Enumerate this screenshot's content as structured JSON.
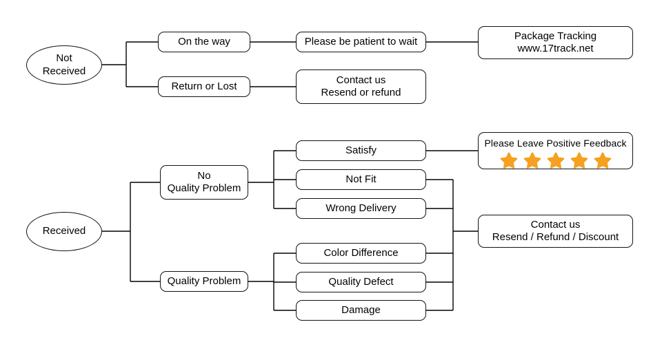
{
  "diagram": {
    "title": "Order Status Flowchart",
    "colors": {
      "background": "#ffffff",
      "stroke": "#111111",
      "text": "#000000",
      "star": "#F5A01E"
    },
    "branches": [
      {
        "root": {
          "label_lines": [
            "Not",
            "Received"
          ]
        },
        "stages": [
          {
            "nodes": [
              {
                "label_lines": [
                  "On the way"
                ]
              },
              {
                "label_lines": [
                  "Return or Lost"
                ]
              }
            ]
          },
          {
            "nodes": [
              {
                "label_lines": [
                  "Please be patient to wait"
                ]
              },
              {
                "label_lines": [
                  "Contact us",
                  "Resend or refund"
                ]
              }
            ]
          },
          {
            "nodes": [
              {
                "label_lines": [
                  "Package Tracking",
                  "www.17track.net"
                ]
              }
            ]
          }
        ]
      },
      {
        "root": {
          "label_lines": [
            "Received"
          ]
        },
        "stages": [
          {
            "nodes": [
              {
                "label_lines": [
                  "No",
                  "Quality Problem"
                ]
              },
              {
                "label_lines": [
                  "Quality Problem"
                ]
              }
            ]
          },
          {
            "nodes": [
              {
                "label_lines": [
                  "Satisfy"
                ]
              },
              {
                "label_lines": [
                  "Not Fit"
                ]
              },
              {
                "label_lines": [
                  "Wrong Delivery"
                ]
              },
              {
                "label_lines": [
                  "Color Difference"
                ]
              },
              {
                "label_lines": [
                  "Quality Defect"
                ]
              },
              {
                "label_lines": [
                  "Damage"
                ]
              }
            ]
          },
          {
            "nodes": [
              {
                "caption": "Please Leave Positive Feedback",
                "star_count": 5
              },
              {
                "label_lines": [
                  "Contact us",
                  "Resend / Refund / Discount"
                ]
              }
            ]
          }
        ]
      }
    ]
  },
  "nodes": {
    "not_received_l1": "Not",
    "not_received_l2": "Received",
    "on_the_way": "On the way",
    "return_or_lost": "Return or Lost",
    "please_wait": "Please be patient to wait",
    "contact_us_top_l1": "Contact us",
    "contact_us_top_l2": "Resend or refund",
    "package_tracking_l1": "Package Tracking",
    "package_tracking_l2": "www.17track.net",
    "received": "Received",
    "no_quality_problem_l1": "No",
    "no_quality_problem_l2": "Quality Problem",
    "quality_problem": "Quality Problem",
    "satisfy": "Satisfy",
    "not_fit": "Not Fit",
    "wrong_delivery": "Wrong Delivery",
    "color_difference": "Color Difference",
    "quality_defect": "Quality Defect",
    "damage": "Damage",
    "feedback_caption": "Please Leave Positive Feedback",
    "contact_us_bottom_l1": "Contact us",
    "contact_us_bottom_l2": "Resend / Refund / Discount"
  },
  "rating": {
    "stars": 5,
    "star_color": "#F5A01E"
  }
}
